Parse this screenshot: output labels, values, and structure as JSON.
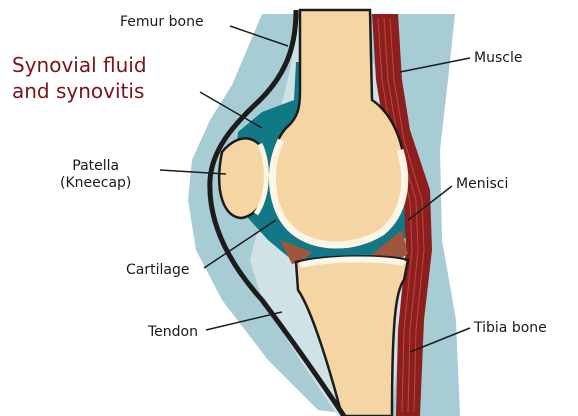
{
  "title": {
    "line1": "Synovial fluid",
    "line2": "and synovitis"
  },
  "labels": {
    "femur": "Femur bone",
    "muscle": "Muscle",
    "patella_line1": "Patella",
    "patella_line2": "(Kneecap)",
    "menisci": "Menisci",
    "cartilage": "Cartilage",
    "tendon": "Tendon",
    "tibia": "Tibia bone"
  },
  "colors": {
    "title": "#7a1416",
    "soft_tissue": "#a8ccd4",
    "synovial_fluid": "#117885",
    "bone": "#f5d5a3",
    "cartilage": "#fdf6e6",
    "meniscus": "#a0563e",
    "muscle": "#8c1e1e",
    "tendon": "#1c1c1c"
  }
}
